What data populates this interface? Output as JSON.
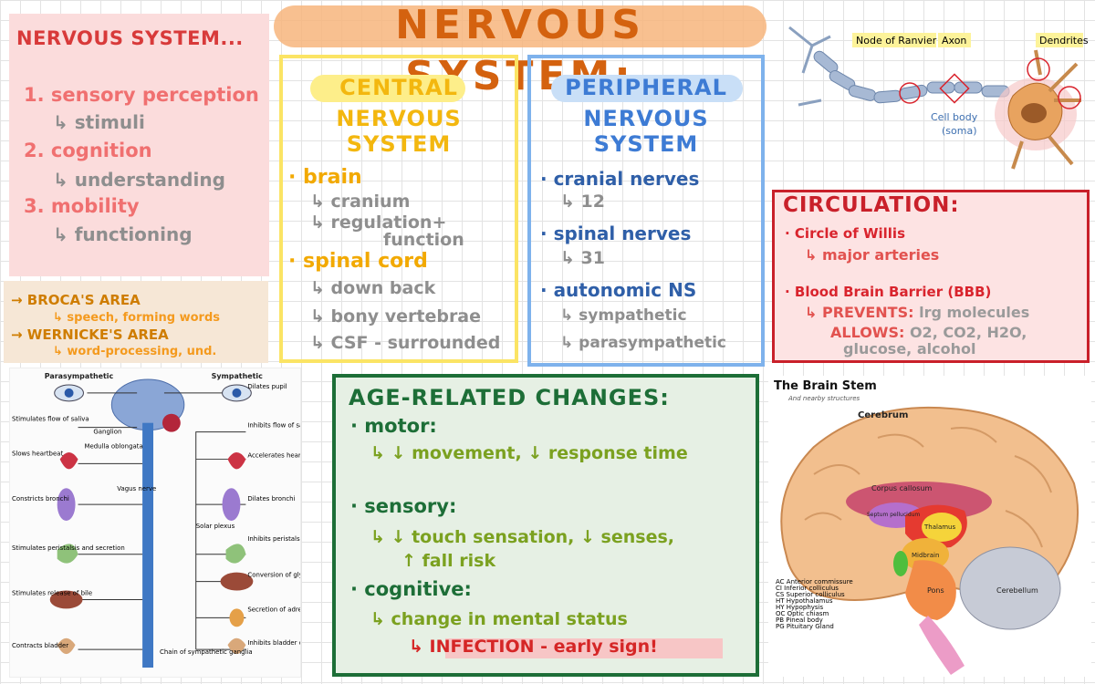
{
  "title": "NERVOUS SYSTEM:",
  "left_box": {
    "heading": "NERVOUS SYSTEM...",
    "items": [
      {
        "num": "1.",
        "label": "sensory perception",
        "sub": "stimuli"
      },
      {
        "num": "2.",
        "label": "cognition",
        "sub": "understanding"
      },
      {
        "num": "3.",
        "label": "mobility",
        "sub": "functioning"
      }
    ]
  },
  "areas": {
    "broca": "BROCA'S AREA",
    "broca_sub": "speech, forming words",
    "wernicke": "WERNICKE'S AREA",
    "wernicke_sub": "word-processing, und."
  },
  "central": {
    "title_1": "CENTRAL",
    "title_2": "NERVOUS SYSTEM",
    "brain": "brain",
    "brain_subs": [
      "cranium",
      "regulation+",
      "function"
    ],
    "spinal": "spinal cord",
    "spinal_subs": [
      "down back",
      "bony vertebrae",
      "CSF - surrounded"
    ]
  },
  "peripheral": {
    "title_1": "PERIPHERAL",
    "title_2": "NERVOUS SYSTEM",
    "cranial": "cranial nerves",
    "cranial_sub": "12",
    "spinal": "spinal nerves",
    "spinal_sub": "31",
    "autonomic": "autonomic NS",
    "autonomic_subs": [
      "sympathetic",
      "parasympathetic"
    ]
  },
  "circulation": {
    "title": "CIRCULATION:",
    "willis": "Circle of Willis",
    "willis_sub": "major arteries",
    "bbb": "Blood Brain Barrier (BBB)",
    "prevents_label": "PREVENTS:",
    "prevents_val": "lrg molecules",
    "allows_label": "ALLOWS:",
    "allows_val": "O2, CO2, H2O,",
    "allows_val2": "glucose, alcohol"
  },
  "age": {
    "title": "AGE-RELATED CHANGES:",
    "motor": "motor:",
    "motor_sub": "↓ movement, ↓ response time",
    "sensory": "sensory:",
    "sensory_sub": "↓ touch sensation, ↓ senses,",
    "sensory_sub2": "↑ fall risk",
    "cognitive": "cognitive:",
    "cognitive_sub": "change in mental status",
    "infection": "INFECTION - early sign!"
  },
  "neuron": {
    "node": "Node of Ranvier",
    "axon": "Axon",
    "dendrites": "Dendrites",
    "cell_body": "Cell body",
    "soma": "(soma)"
  },
  "ans": {
    "para": "Parasympathetic",
    "symp": "Sympathetic",
    "left": [
      "Stimulates flow of saliva",
      "Slows heartbeat",
      "Constricts bronchi",
      "Stimulates peristalsis and secretion",
      "Stimulates release of bile",
      "Contracts bladder"
    ],
    "right": [
      "Dilates pupil",
      "Inhibits flow of saliva",
      "Accelerates heartbeat",
      "Dilates bronchi",
      "Inhibits peristalsis and secretion",
      "Conversion of glycogen to glucose",
      "Secretion of adrenaline and noradrenaline",
      "Inhibits bladder contraction"
    ],
    "ganglion": "Ganglion",
    "medulla": "Medulla oblongata",
    "vagus": "Vagus nerve",
    "solar": "Solar plexus",
    "chain": "Chain of sympathetic ganglia"
  },
  "brainstem": {
    "title": "The Brain Stem",
    "subtitle": "And nearby structures",
    "cerebrum": "Cerebrum",
    "corpus": "Corpus callosum",
    "septum": "Septum pellucidum",
    "thalamus": "Thalamus",
    "midbrain": "Midbrain",
    "pons": "Pons",
    "cerebellum": "Cerebellum",
    "legend": [
      "AC  Anterior commissure",
      "CI  Inferior colliculus",
      "CS  Superior colliculus",
      "HT  Hypothalamus",
      "HY  Hypophysis",
      "OC  Optic chiasm",
      "PB  Pineal body",
      "PG  Pituitary Gland"
    ]
  },
  "colors": {
    "title": "#d4620f",
    "cns": "#f3b70f",
    "pns": "#3d7bd4",
    "circ": "#c9202a",
    "age": "#1d6e37"
  }
}
